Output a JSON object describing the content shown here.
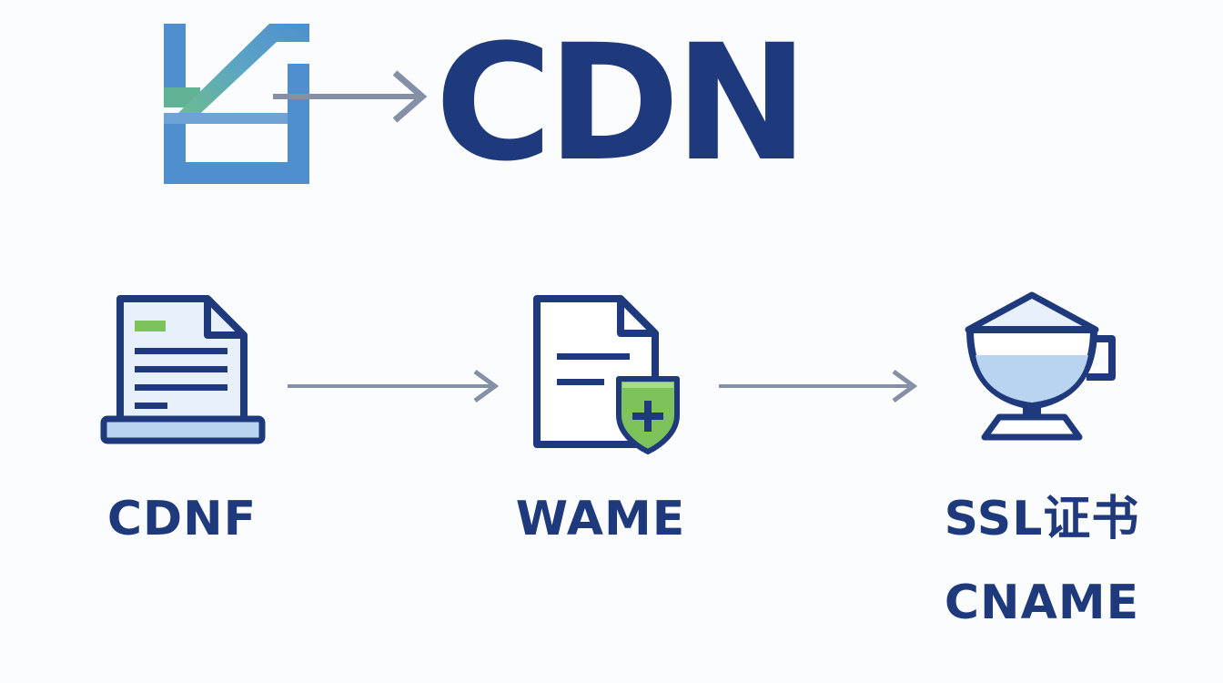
{
  "header": {
    "title": "CDN",
    "logo_icon": "house-logo-icon",
    "arrow_icon": "arrow-right-icon"
  },
  "steps": [
    {
      "icon": "document-laptop-icon",
      "label": "CDNF"
    },
    {
      "icon": "document-shield-icon",
      "label": "WAME"
    },
    {
      "icon": "cup-icon",
      "label": "SSL证书",
      "sublabel": "CNAME"
    }
  ],
  "colors": {
    "primary": "#1f3a7c",
    "logo_blue": "#4f8fce",
    "logo_green": "#6fbf8a",
    "arrow": "#8590a6",
    "shield_green": "#7dc25a",
    "light_fill": "#e8f1fb",
    "cup_fill": "#b9d4f1"
  }
}
